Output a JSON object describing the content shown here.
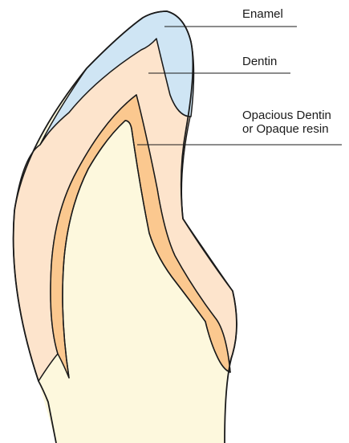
{
  "labels": {
    "enamel": "Enamel",
    "dentin": "Dentin",
    "opacious_line1": "Opacious Dentin",
    "opacious_line2": "or Opaque resin"
  },
  "colors": {
    "enamel": "#cfe5f4",
    "dentin": "#fde4cc",
    "opaque_layer": "#fbc88f",
    "core": "#fdf8dd",
    "outline": "#1a1a1a"
  }
}
